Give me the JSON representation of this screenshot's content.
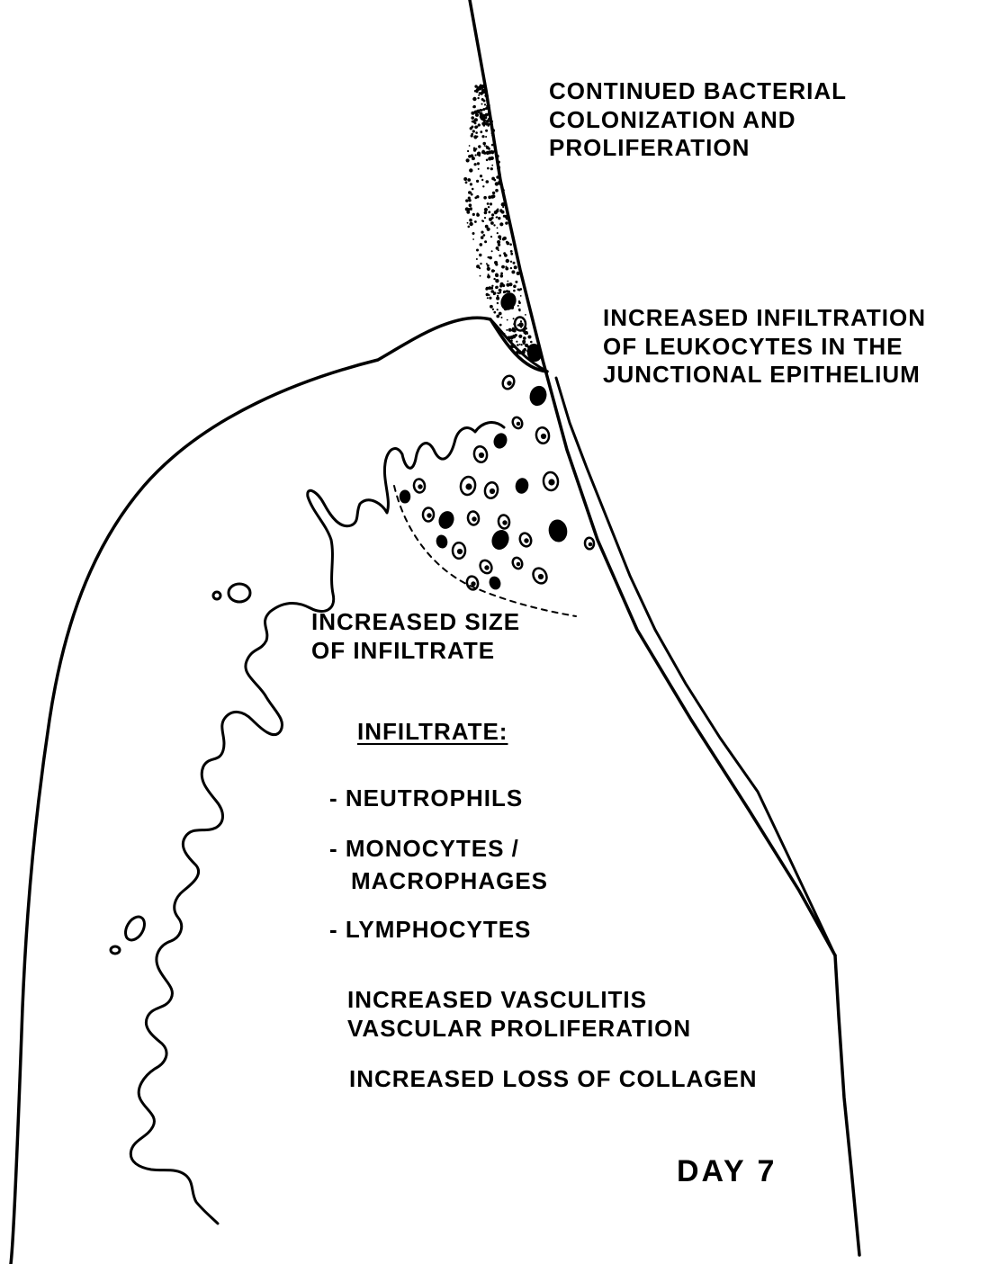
{
  "colors": {
    "ink": "#000000",
    "paper": "#ffffff"
  },
  "labels": {
    "bacterial": [
      "CONTINUED BACTERIAL",
      "COLONIZATION AND",
      "PROLIFERATION"
    ],
    "leukocytes": [
      "INCREASED INFILTRATION",
      "OF LEUKOCYTES IN THE",
      "JUNCTIONAL EPITHELIUM"
    ],
    "size": [
      "INCREASED SIZE",
      "OF INFILTRATE"
    ],
    "infiltrate_heading": "INFILTRATE:",
    "infiltrate_items": [
      "- NEUTROPHILS",
      "- MONOCYTES /",
      "MACROPHAGES",
      "- LYMPHOCYTES"
    ],
    "vasculitis": [
      "INCREASED VASCULITIS",
      "VASCULAR PROLIFERATION"
    ],
    "collagen": "INCREASED LOSS OF COLLAGEN",
    "day": "DAY 7"
  }
}
